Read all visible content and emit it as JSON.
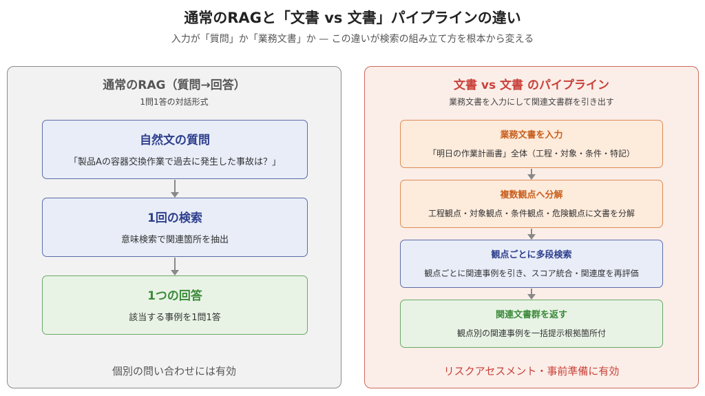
{
  "header": {
    "title": "通常のRAGと「文書 vs 文書」パイプラインの違い",
    "subtitle": "入力が「質問」か「業務文書」か — この違いが検索の組み立て方を根本から変える"
  },
  "left": {
    "title": "通常のRAG（質問→回答）",
    "subtitle": "1問1答の対話形式",
    "boxes": [
      {
        "title": "自然文の質問",
        "desc": "「製品Aの容器交換作業で過去に発生した事故は？」"
      },
      {
        "title": "1回の検索",
        "desc": "意味検索で関連箇所を抽出"
      },
      {
        "title": "1つの回答",
        "desc": "該当する事例を1問1答"
      }
    ],
    "footer": "個別の問い合わせには有効"
  },
  "right": {
    "title": "文書 vs 文書 のパイプライン",
    "subtitle": "業務文書を入力にして関連文書群を引き出す",
    "boxes": [
      {
        "title": "業務文書を入力",
        "desc": "「明日の作業計画書」全体（工程・対象・条件・特記）"
      },
      {
        "title": "複数観点へ分解",
        "desc": "工程観点・対象観点・条件観点・危険観点に文書を分解"
      },
      {
        "title": "観点ごとに多段検索",
        "desc": "観点ごとに関連事例を引き、スコア統合・関連度を再評価"
      },
      {
        "title": "関連文書群を返す",
        "desc": "観点別の関連事例を一括提示根拠箇所付"
      }
    ],
    "footer": "リスクアセスメント・事前準備に有効"
  }
}
